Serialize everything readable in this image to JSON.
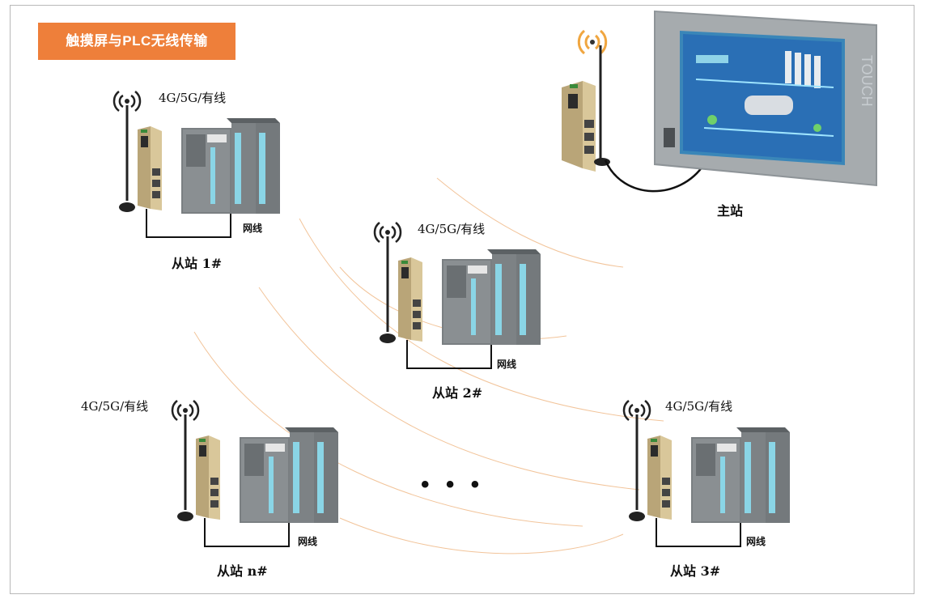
{
  "title": "触摸屏与PLC无线传输",
  "master": {
    "label": "主站",
    "hmi_text": "TOUCH"
  },
  "link_label": "4G/5G/有线",
  "cable_label": "网线",
  "ellipsis": "• • •",
  "slaves": [
    {
      "label": "从站 1#"
    },
    {
      "label": "从站 2#"
    },
    {
      "label": "从站 n#"
    },
    {
      "label": "从站 3#"
    }
  ],
  "colors": {
    "title_bg": "#ee7f3a",
    "wave": "#f2b27a",
    "plc": "#7a7f82",
    "router": "#c9b58a",
    "screen": "#2a6fb5"
  }
}
